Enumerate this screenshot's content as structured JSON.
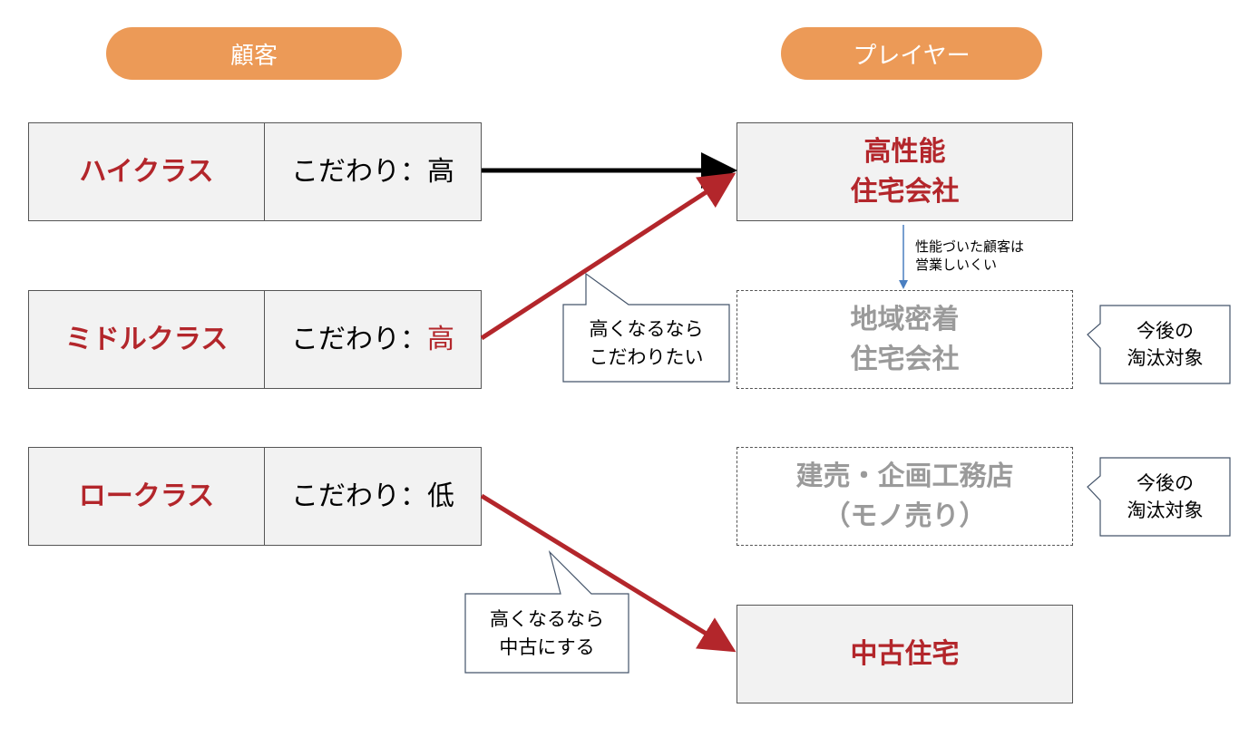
{
  "headers": {
    "customer": "顧客",
    "player": "プレイヤー"
  },
  "customers": [
    {
      "class": "ハイクラス",
      "pref_label": "こだわり：",
      "pref_value": "高",
      "pref_value_red": false
    },
    {
      "class": "ミドルクラス",
      "pref_label": "こだわり：",
      "pref_value": "高",
      "pref_value_red": true
    },
    {
      "class": "ロークラス",
      "pref_label": "こだわり：",
      "pref_value": "低",
      "pref_value_red": false
    }
  ],
  "players": {
    "high_performance": {
      "line1": "高性能",
      "line2": "住宅会社"
    },
    "regional": {
      "line1": "地域密着",
      "line2": "住宅会社"
    },
    "spec": {
      "line1": "建売・企画工務店",
      "line2": "（モノ売り）"
    },
    "used": {
      "line1": "中古住宅"
    }
  },
  "notes": {
    "sales_difficulty": {
      "line1": "性能づいた顧客は",
      "line2": "営業しいくい"
    }
  },
  "callouts": {
    "middle": {
      "line1": "高くなるなら",
      "line2": "こだわりたい"
    },
    "low": {
      "line1": "高くなるなら",
      "line2": "中古にする"
    },
    "eliminate_1": {
      "line1": "今後の",
      "line2": "淘汰対象"
    },
    "eliminate_2": {
      "line1": "今後の",
      "line2": "淘汰対象"
    }
  },
  "colors": {
    "accent_red": "#b3262b",
    "header_orange": "#ec9a57",
    "muted_gray": "#9a9a9a",
    "note_arrow_blue": "#4a7fc1"
  }
}
